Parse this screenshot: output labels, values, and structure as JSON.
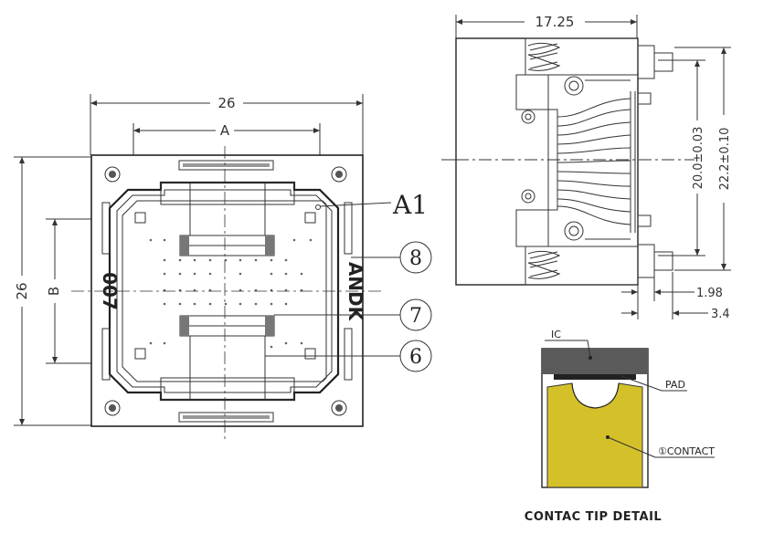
{
  "top_view": {
    "dim_width": "26",
    "dim_height": "26",
    "dim_a": "A",
    "dim_b": "B",
    "pin1_label": "A1",
    "callouts": [
      "8",
      "7",
      "6"
    ],
    "brand_text": "ANDK",
    "model_text": "007"
  },
  "side_view": {
    "dim_width": "17.25",
    "dim_pitch": "20.0±0.03",
    "dim_height": "22.2±0.10",
    "dim_offset1": "1.98",
    "dim_offset2": "3.4"
  },
  "contact_detail": {
    "label_ic": "IC",
    "label_pad": "PAD",
    "label_contact": "①CONTACT",
    "caption": "CONTAC TIP DETAIL",
    "colors": {
      "contact": "#d4c12a",
      "ic": "#5a5a5a"
    }
  }
}
